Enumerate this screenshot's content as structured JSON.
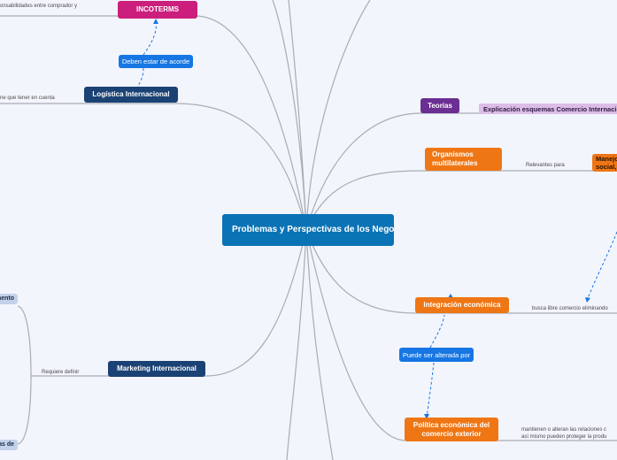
{
  "central": "Problemas y Perspectivas de los Negocios Internacionales",
  "nodes": {
    "incoterms": "INCOTERMS",
    "logistica": "Logística Internacional",
    "marketing": "Marketing Internacional",
    "teorias": "Teorías",
    "organismos": "Organismos multilaterales",
    "integracion": "Integración económica",
    "politica": "Política económica del comercio exterior",
    "explicacion": "Explicación esquemas Comercio Internacional",
    "manejo": "Manejo social,",
    "segmento": "mento",
    "bottom_left": "as de"
  },
  "relations": {
    "deben": "Deben estar de acorde",
    "puede": "Puede ser alterada por"
  },
  "labels": {
    "responsabilidades": "onsabilidades entre comprador y",
    "tener_cuenta": "ne que tener en cuenta",
    "requiere": "Requiere definir",
    "relevantes": "Relevantes para",
    "busca": "busca libre comercio eliminando",
    "mantienen": "mantienen o alteran las relaciones c",
    "asi_mismo": "así mismo pueden proteger la produ"
  },
  "colors": {
    "background": "#f3f5fd",
    "central": "#0a73b5",
    "navy": "#1b4275",
    "magenta": "#cc1f7d",
    "purple": "#6b2e93",
    "orange": "#ef7614",
    "relation": "#1676e3",
    "connector": "#a9acb4"
  }
}
